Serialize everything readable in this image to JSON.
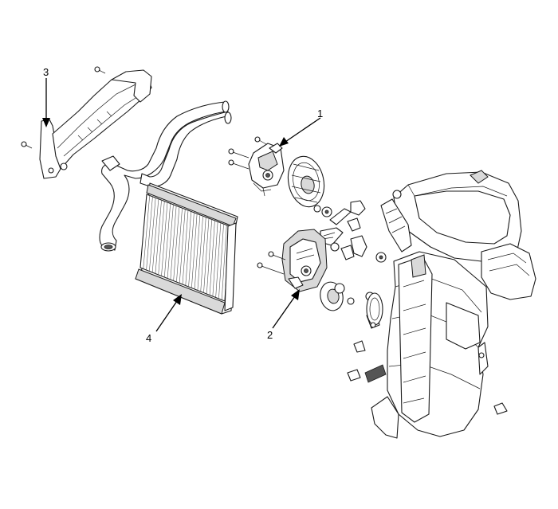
{
  "callouts": [
    {
      "id": "c1",
      "label": "1"
    },
    {
      "id": "c2",
      "label": "2"
    },
    {
      "id": "c3",
      "label": "3"
    },
    {
      "id": "c4",
      "label": "4"
    }
  ],
  "colors": {
    "line": "#1a1a1a",
    "shade": "#d9d9d9",
    "background": "#ffffff"
  }
}
